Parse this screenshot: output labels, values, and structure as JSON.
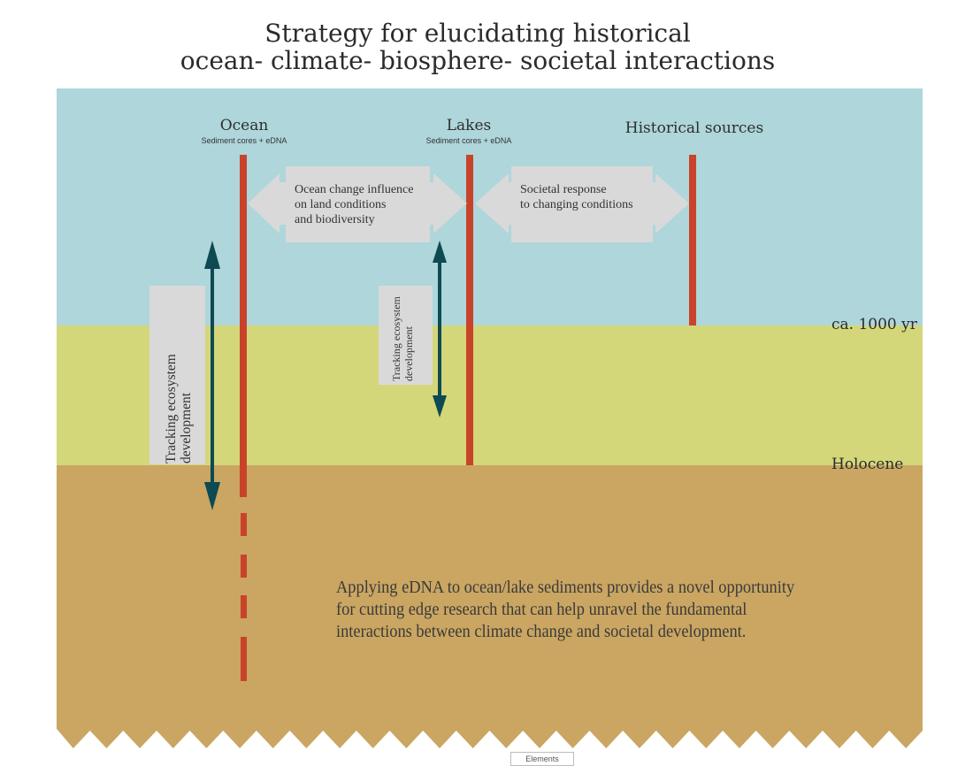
{
  "title": {
    "line1": "Strategy for elucidating historical",
    "line2": "ocean- climate- biosphere- societal interactions"
  },
  "colors": {
    "sky": "#aed6db",
    "middle_band": "#d3d77a",
    "sediment": "#caa662",
    "rod": "#c9432a",
    "arrow": "#0d4a52",
    "box": "#d9d9d9"
  },
  "columns": {
    "ocean": {
      "heading": "Ocean",
      "sub": "Sediment cores + eDNA"
    },
    "lakes": {
      "heading": "Lakes",
      "sub": "Sediment cores + eDNA"
    },
    "historical": {
      "heading": "Historical sources"
    }
  },
  "boxes": {
    "ocean_change": "Ocean change influence\non land conditions\nand biodiversity",
    "societal_response": "Societal response\nto changing conditions"
  },
  "tracking": {
    "ocean": "Tracking ecosystem\ndevelopment",
    "lakes": "Tracking ecosystem\ndevelopment"
  },
  "boundaries": {
    "ca1000": "ca. 1000 yr",
    "holocene": "Holocene"
  },
  "note": "Applying eDNA to ocean/lake sediments provides a novel opportunity\nfor cutting edge research that can help unravel the fundamental\ninteractions between climate change and societal development.",
  "footer_tab": "Elements"
}
